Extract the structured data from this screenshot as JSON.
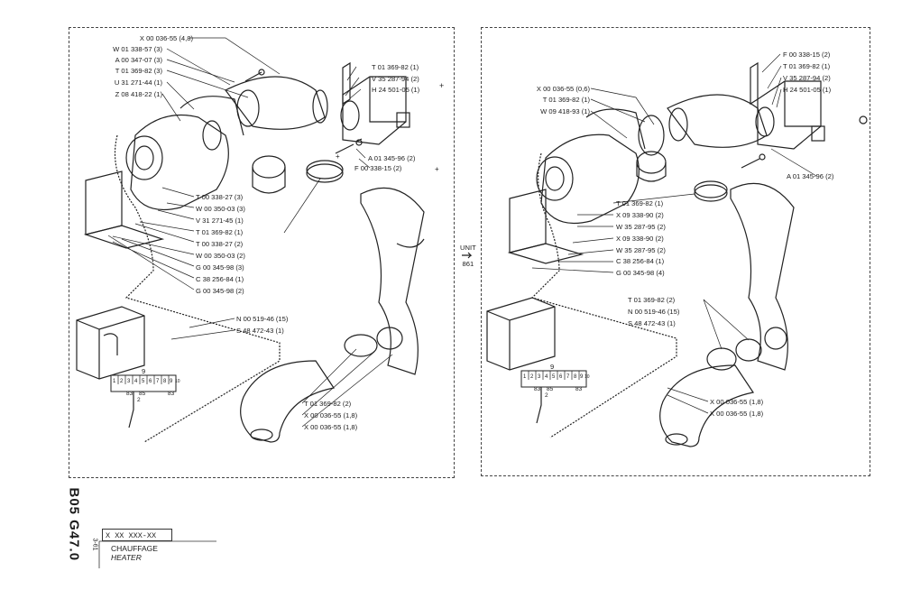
{
  "left_panel": {
    "callouts_left": [
      "X 00 036-55 (4,8)",
      "W 01 338-57 (3)",
      "A 00 347-07 (3)",
      "T 01 369-82 (3)",
      "U 31 271-44 (1)",
      "Z 08 418-22 (1)"
    ],
    "callouts_top_right": [
      "T 01 369-82 (1)",
      "V 35 287-94 (2)",
      "H 24 501-05 (1)"
    ],
    "callouts_mid_right": [
      "A 01 345-96 (2)",
      "F 00 338-15 (2)"
    ],
    "callouts_center": [
      "T 00 338-27 (3)",
      "W 00 350-03 (3)",
      "V 31 271-45 (1)",
      "T 01 369-82 (1)",
      "T 00 338-27 (2)",
      "W 00 350-03 (2)",
      "G 00 345-98 (3)",
      "C 38 256-84 (1)",
      "G 00 345-98 (2)"
    ],
    "callouts_wiring": [
      "N 00 519-46 (15)",
      "S 48 472-43 (1)"
    ],
    "callouts_bottom": [
      "T 01 369-82 (2)",
      "X 00 036-55 (1,8)",
      "X 00 036-55 (1,8)"
    ],
    "connector": {
      "top": "9",
      "pins": [
        "1",
        "2",
        "3",
        "4",
        "5",
        "6",
        "7",
        "8",
        "9",
        "10"
      ],
      "bottom_left": "83",
      "bottom_mid": "85",
      "bottom_sub": "2",
      "bottom_right": "83"
    }
  },
  "right_panel": {
    "callouts_left": [
      "X 00 036-55 (0,6)",
      "T 01 369-82 (1)",
      "W 09 418-93 (1)"
    ],
    "callouts_top_right": [
      "F 00 338-15 (2)",
      "T 01 369-82 (1)",
      "V 35 287-94 (2)",
      "H 24 501-05 (1)"
    ],
    "callouts_mid_right": [
      "A 01 345-96 (2)"
    ],
    "callouts_center": [
      "T 01 369-82 (1)",
      "X 09 338-90 (2)",
      "W 35 287-95 (2)",
      "X 09 338-90 (2)",
      "W 35 287-95 (2)",
      "C 38 256-84 (1)",
      "G 00 345-98 (4)"
    ],
    "callouts_wiring": [
      "T 01 369-82 (2)",
      "N 00 519-46 (15)",
      "S 48 472-43 (1)"
    ],
    "callouts_bottom": [
      "X 00 036-55 (1,8)",
      "X 00 036-55 (1,8)"
    ],
    "connector": {
      "top": "9",
      "pins": [
        "1",
        "2",
        "3",
        "4",
        "5",
        "6",
        "7",
        "8",
        "9",
        "10"
      ],
      "bottom_left": "83",
      "bottom_mid": "85",
      "bottom_sub": "2",
      "bottom_right": "83"
    }
  },
  "unit_change": {
    "label": "UNIT",
    "number": "861"
  },
  "title_block": {
    "doc_code": "B05 G47.0",
    "sheet": "3-61",
    "part_number": "X XX XXX-XX",
    "title_fr": "CHAUFFAGE",
    "title_en": "HEATER"
  }
}
